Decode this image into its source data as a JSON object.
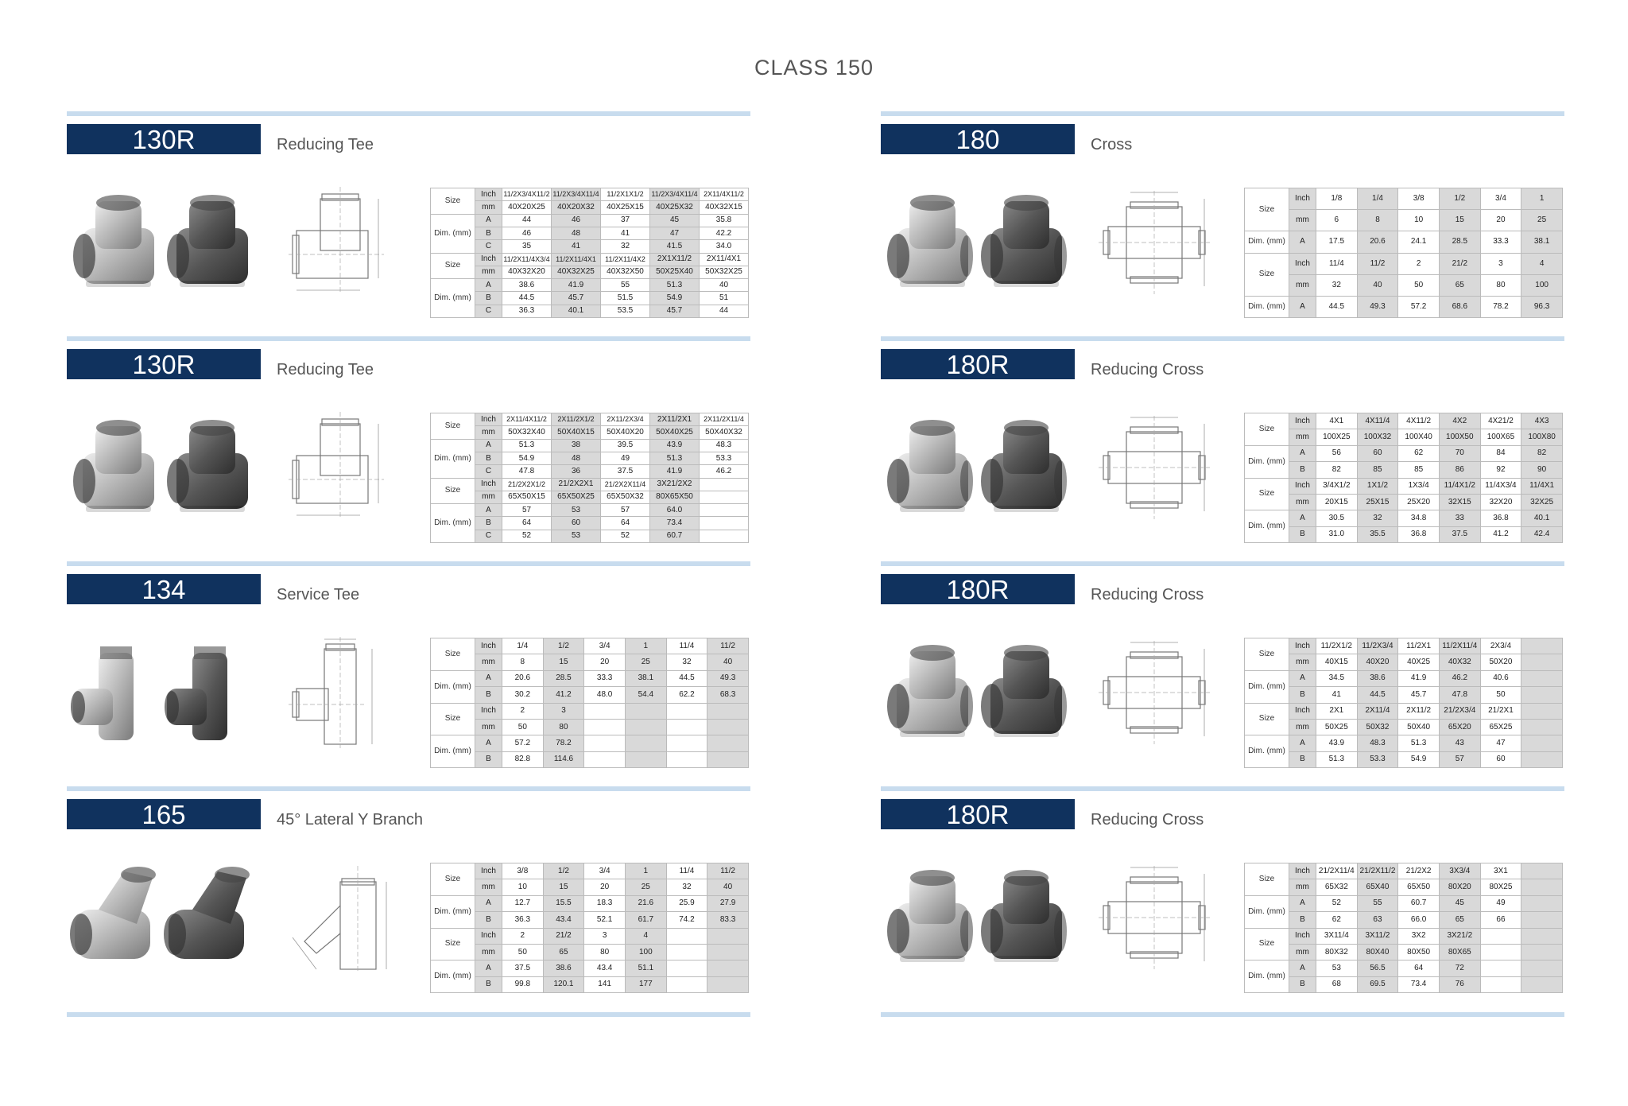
{
  "page_title": "CLASS 150",
  "colors": {
    "badge": "#10325e",
    "rule": "#c8dcee",
    "table_shade": "#d9d9d9"
  },
  "sections": [
    {
      "code": "130R",
      "name": "Reducing Tee",
      "drawing": "tee-reducing",
      "blocks": [
        {
          "rows": [
            {
              "label": "Size",
              "sub": "Inch",
              "values": [
                "11/2X3/4X11/2",
                "11/2X3/4X11/4",
                "11/2X1X1/2",
                "11/2X3/4X11/4",
                "2X11/4X11/2"
              ]
            },
            {
              "label": "",
              "sub": "mm",
              "values": [
                "40X20X25",
                "40X20X32",
                "40X25X15",
                "40X25X32",
                "40X32X15"
              ]
            },
            {
              "label": "Dim. (mm)",
              "sub": "A",
              "values": [
                "44",
                "46",
                "37",
                "45",
                "35.8"
              ]
            },
            {
              "label": "",
              "sub": "B",
              "values": [
                "46",
                "48",
                "41",
                "47",
                "42.2"
              ]
            },
            {
              "label": "",
              "sub": "C",
              "values": [
                "35",
                "41",
                "32",
                "41.5",
                "34.0"
              ]
            }
          ]
        },
        {
          "rows": [
            {
              "label": "Size",
              "sub": "Inch",
              "values": [
                "11/2X11/4X3/4",
                "11/2X11/4X1",
                "11/2X11/4X2",
                "2X1X11/2",
                "2X11/4X1"
              ]
            },
            {
              "label": "",
              "sub": "mm",
              "values": [
                "40X32X20",
                "40X32X25",
                "40X32X50",
                "50X25X40",
                "50X32X25"
              ]
            },
            {
              "label": "Dim. (mm)",
              "sub": "A",
              "values": [
                "38.6",
                "41.9",
                "55",
                "51.3",
                "40"
              ]
            },
            {
              "label": "",
              "sub": "B",
              "values": [
                "44.5",
                "45.7",
                "51.5",
                "54.9",
                "51"
              ]
            },
            {
              "label": "",
              "sub": "C",
              "values": [
                "36.3",
                "40.1",
                "53.5",
                "45.7",
                "44"
              ]
            }
          ]
        }
      ]
    },
    {
      "code": "130R",
      "name": "Reducing Tee",
      "drawing": "tee-reducing",
      "blocks": [
        {
          "rows": [
            {
              "label": "Size",
              "sub": "Inch",
              "values": [
                "2X11/4X11/2",
                "2X11/2X1/2",
                "2X11/2X3/4",
                "2X11/2X1",
                "2X11/2X11/4"
              ]
            },
            {
              "label": "",
              "sub": "mm",
              "values": [
                "50X32X40",
                "50X40X15",
                "50X40X20",
                "50X40X25",
                "50X40X32"
              ]
            },
            {
              "label": "Dim. (mm)",
              "sub": "A",
              "values": [
                "51.3",
                "38",
                "39.5",
                "43.9",
                "48.3"
              ]
            },
            {
              "label": "",
              "sub": "B",
              "values": [
                "54.9",
                "48",
                "49",
                "51.3",
                "53.3"
              ]
            },
            {
              "label": "",
              "sub": "C",
              "values": [
                "47.8",
                "36",
                "37.5",
                "41.9",
                "46.2"
              ]
            }
          ]
        },
        {
          "rows": [
            {
              "label": "Size",
              "sub": "Inch",
              "values": [
                "21/2X2X1/2",
                "21/2X2X1",
                "21/2X2X11/4",
                "3X21/2X2",
                ""
              ]
            },
            {
              "label": "",
              "sub": "mm",
              "values": [
                "65X50X15",
                "65X50X25",
                "65X50X32",
                "80X65X50",
                ""
              ]
            },
            {
              "label": "Dim. (mm)",
              "sub": "A",
              "values": [
                "57",
                "53",
                "57",
                "64.0",
                ""
              ]
            },
            {
              "label": "",
              "sub": "B",
              "values": [
                "64",
                "60",
                "64",
                "73.4",
                ""
              ]
            },
            {
              "label": "",
              "sub": "C",
              "values": [
                "52",
                "53",
                "52",
                "60.7",
                ""
              ]
            }
          ]
        }
      ]
    },
    {
      "code": "134",
      "name": "Service Tee",
      "drawing": "service-tee",
      "blocks": [
        {
          "rows": [
            {
              "label": "Size",
              "sub": "Inch",
              "values": [
                "1/4",
                "1/2",
                "3/4",
                "1",
                "11/4",
                "11/2"
              ]
            },
            {
              "label": "",
              "sub": "mm",
              "values": [
                "8",
                "15",
                "20",
                "25",
                "32",
                "40"
              ]
            },
            {
              "label": "Dim. (mm)",
              "sub": "A",
              "values": [
                "20.6",
                "28.5",
                "33.3",
                "38.1",
                "44.5",
                "49.3"
              ]
            },
            {
              "label": "",
              "sub": "B",
              "values": [
                "30.2",
                "41.2",
                "48.0",
                "54.4",
                "62.2",
                "68.3"
              ]
            }
          ]
        },
        {
          "rows": [
            {
              "label": "Size",
              "sub": "Inch",
              "values": [
                "2",
                "3",
                "",
                "",
                "",
                ""
              ]
            },
            {
              "label": "",
              "sub": "mm",
              "values": [
                "50",
                "80",
                "",
                "",
                "",
                ""
              ]
            },
            {
              "label": "Dim. (mm)",
              "sub": "A",
              "values": [
                "57.2",
                "78.2",
                "",
                "",
                "",
                ""
              ]
            },
            {
              "label": "",
              "sub": "B",
              "values": [
                "82.8",
                "114.6",
                "",
                "",
                "",
                ""
              ]
            }
          ]
        }
      ]
    },
    {
      "code": "165",
      "name": "45° Lateral Y Branch",
      "drawing": "lateral",
      "blocks": [
        {
          "rows": [
            {
              "label": "Size",
              "sub": "Inch",
              "values": [
                "3/8",
                "1/2",
                "3/4",
                "1",
                "11/4",
                "11/2"
              ]
            },
            {
              "label": "",
              "sub": "mm",
              "values": [
                "10",
                "15",
                "20",
                "25",
                "32",
                "40"
              ]
            },
            {
              "label": "Dim. (mm)",
              "sub": "A",
              "values": [
                "12.7",
                "15.5",
                "18.3",
                "21.6",
                "25.9",
                "27.9"
              ]
            },
            {
              "label": "",
              "sub": "B",
              "values": [
                "36.3",
                "43.4",
                "52.1",
                "61.7",
                "74.2",
                "83.3"
              ]
            }
          ]
        },
        {
          "rows": [
            {
              "label": "Size",
              "sub": "Inch",
              "values": [
                "2",
                "21/2",
                "3",
                "4",
                "",
                ""
              ]
            },
            {
              "label": "",
              "sub": "mm",
              "values": [
                "50",
                "65",
                "80",
                "100",
                "",
                ""
              ]
            },
            {
              "label": "Dim. (mm)",
              "sub": "A",
              "values": [
                "37.5",
                "38.6",
                "43.4",
                "51.1",
                "",
                ""
              ]
            },
            {
              "label": "",
              "sub": "B",
              "values": [
                "99.8",
                "120.1",
                "141",
                "177",
                "",
                ""
              ]
            }
          ]
        }
      ]
    },
    {
      "code": "180",
      "name": "Cross",
      "drawing": "cross",
      "blocks": [
        {
          "rows": [
            {
              "label": "Size",
              "sub": "Inch",
              "values": [
                "1/8",
                "1/4",
                "3/8",
                "1/2",
                "3/4",
                "1"
              ]
            },
            {
              "label": "",
              "sub": "mm",
              "values": [
                "6",
                "8",
                "10",
                "15",
                "20",
                "25"
              ]
            },
            {
              "label": "Dim. (mm)",
              "sub": "A",
              "values": [
                "17.5",
                "20.6",
                "24.1",
                "28.5",
                "33.3",
                "38.1"
              ]
            }
          ]
        },
        {
          "rows": [
            {
              "label": "Size",
              "sub": "Inch",
              "values": [
                "11/4",
                "11/2",
                "2",
                "21/2",
                "3",
                "4"
              ]
            },
            {
              "label": "",
              "sub": "mm",
              "values": [
                "32",
                "40",
                "50",
                "65",
                "80",
                "100"
              ]
            },
            {
              "label": "Dim. (mm)",
              "sub": "A",
              "values": [
                "44.5",
                "49.3",
                "57.2",
                "68.6",
                "78.2",
                "96.3"
              ]
            }
          ]
        }
      ]
    },
    {
      "code": "180R",
      "name": "Reducing Cross",
      "drawing": "cross-reducing",
      "blocks": [
        {
          "rows": [
            {
              "label": "Size",
              "sub": "Inch",
              "values": [
                "4X1",
                "4X11/4",
                "4X11/2",
                "4X2",
                "4X21/2",
                "4X3"
              ]
            },
            {
              "label": "",
              "sub": "mm",
              "values": [
                "100X25",
                "100X32",
                "100X40",
                "100X50",
                "100X65",
                "100X80"
              ]
            },
            {
              "label": "Dim. (mm)",
              "sub": "A",
              "values": [
                "56",
                "60",
                "62",
                "70",
                "84",
                "82"
              ]
            },
            {
              "label": "",
              "sub": "B",
              "values": [
                "82",
                "85",
                "85",
                "86",
                "92",
                "90"
              ]
            }
          ]
        },
        {
          "rows": [
            {
              "label": "Size",
              "sub": "Inch",
              "values": [
                "3/4X1/2",
                "1X1/2",
                "1X3/4",
                "11/4X1/2",
                "11/4X3/4",
                "11/4X1"
              ]
            },
            {
              "label": "",
              "sub": "mm",
              "values": [
                "20X15",
                "25X15",
                "25X20",
                "32X15",
                "32X20",
                "32X25"
              ]
            },
            {
              "label": "Dim. (mm)",
              "sub": "A",
              "values": [
                "30.5",
                "32",
                "34.8",
                "33",
                "36.8",
                "40.1"
              ]
            },
            {
              "label": "",
              "sub": "B",
              "values": [
                "31.0",
                "35.5",
                "36.8",
                "37.5",
                "41.2",
                "42.4"
              ]
            }
          ]
        }
      ]
    },
    {
      "code": "180R",
      "name": "Reducing Cross",
      "drawing": "cross-reducing",
      "blocks": [
        {
          "rows": [
            {
              "label": "Size",
              "sub": "Inch",
              "values": [
                "11/2X1/2",
                "11/2X3/4",
                "11/2X1",
                "11/2X11/4",
                "2X3/4",
                ""
              ]
            },
            {
              "label": "",
              "sub": "mm",
              "values": [
                "40X15",
                "40X20",
                "40X25",
                "40X32",
                "50X20",
                ""
              ]
            },
            {
              "label": "Dim. (mm)",
              "sub": "A",
              "values": [
                "34.5",
                "38.6",
                "41.9",
                "46.2",
                "40.6",
                ""
              ]
            },
            {
              "label": "",
              "sub": "B",
              "values": [
                "41",
                "44.5",
                "45.7",
                "47.8",
                "50",
                ""
              ]
            }
          ]
        },
        {
          "rows": [
            {
              "label": "Size",
              "sub": "Inch",
              "values": [
                "2X1",
                "2X11/4",
                "2X11/2",
                "21/2X3/4",
                "21/2X1",
                ""
              ]
            },
            {
              "label": "",
              "sub": "mm",
              "values": [
                "50X25",
                "50X32",
                "50X40",
                "65X20",
                "65X25",
                ""
              ]
            },
            {
              "label": "Dim. (mm)",
              "sub": "A",
              "values": [
                "43.9",
                "48.3",
                "51.3",
                "43",
                "47",
                ""
              ]
            },
            {
              "label": "",
              "sub": "B",
              "values": [
                "51.3",
                "53.3",
                "54.9",
                "57",
                "60",
                ""
              ]
            }
          ]
        }
      ]
    },
    {
      "code": "180R",
      "name": "Reducing Cross",
      "drawing": "cross-reducing",
      "blocks": [
        {
          "rows": [
            {
              "label": "Size",
              "sub": "Inch",
              "values": [
                "21/2X11/4",
                "21/2X11/2",
                "21/2X2",
                "3X3/4",
                "3X1",
                ""
              ]
            },
            {
              "label": "",
              "sub": "mm",
              "values": [
                "65X32",
                "65X40",
                "65X50",
                "80X20",
                "80X25",
                ""
              ]
            },
            {
              "label": "Dim. (mm)",
              "sub": "A",
              "values": [
                "52",
                "55",
                "60.7",
                "45",
                "49",
                ""
              ]
            },
            {
              "label": "",
              "sub": "B",
              "values": [
                "62",
                "63",
                "66.0",
                "65",
                "66",
                ""
              ]
            }
          ]
        },
        {
          "rows": [
            {
              "label": "Size",
              "sub": "Inch",
              "values": [
                "3X11/4",
                "3X11/2",
                "3X2",
                "3X21/2",
                "",
                ""
              ]
            },
            {
              "label": "",
              "sub": "mm",
              "values": [
                "80X32",
                "80X40",
                "80X50",
                "80X65",
                "",
                ""
              ]
            },
            {
              "label": "Dim. (mm)",
              "sub": "A",
              "values": [
                "53",
                "56.5",
                "64",
                "72",
                "",
                ""
              ]
            },
            {
              "label": "",
              "sub": "B",
              "values": [
                "68",
                "69.5",
                "73.4",
                "76",
                "",
                ""
              ]
            }
          ]
        }
      ]
    }
  ]
}
